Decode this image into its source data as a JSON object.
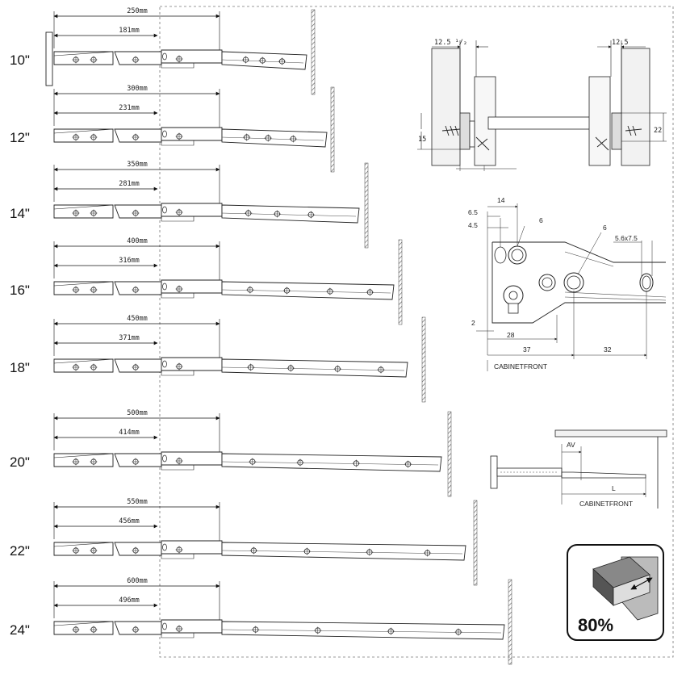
{
  "slides": [
    {
      "size": "10\"",
      "overall": "250mm",
      "travel": "181mm"
    },
    {
      "size": "12\"",
      "overall": "300mm",
      "travel": "231mm"
    },
    {
      "size": "14\"",
      "overall": "350mm",
      "travel": "281mm"
    },
    {
      "size": "16\"",
      "overall": "400mm",
      "travel": "316mm"
    },
    {
      "size": "18\"",
      "overall": "450mm",
      "travel": "371mm"
    },
    {
      "size": "20\"",
      "overall": "500mm",
      "travel": "414mm"
    },
    {
      "size": "22\"",
      "overall": "550mm",
      "travel": "456mm"
    },
    {
      "size": "24\"",
      "overall": "600mm",
      "travel": "496mm"
    }
  ],
  "cross_section": {
    "left_gap": "12.5",
    "left_gap_mark": "12.5 ¹/₂",
    "right_gap": "12.5",
    "left_height": "15",
    "right_height": "22"
  },
  "hole_detail": {
    "d14": "14",
    "d6_5": "6.5",
    "d4_5": "4.5",
    "hole6a": "6",
    "hole6b": "6",
    "slot": "5.6x7.5",
    "d2": "2",
    "d28": "28",
    "d37": "37",
    "d32": "32",
    "front_label": "CABINETFRONT"
  },
  "mount_detail": {
    "av_label": "AV",
    "l_label": "L",
    "front_label": "CABINETFRONT"
  },
  "extension_badge": {
    "percent": "80%",
    "icon": "drawer-icon"
  }
}
